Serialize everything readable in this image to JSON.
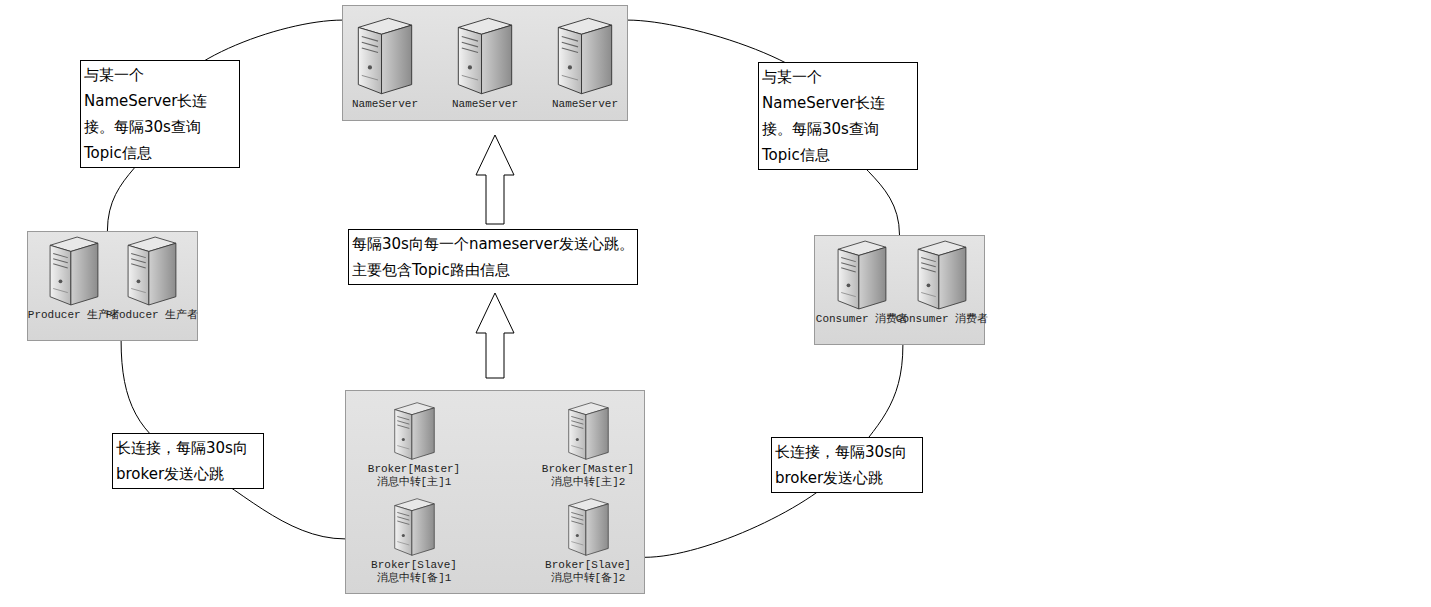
{
  "diagram": {
    "nodes": [
      {
        "text": []
      },
      {
        "text": [
          "NameServer"
        ],
        "in": 0
      },
      {
        "text": [
          "NameServer"
        ],
        "in": 0
      },
      {
        "text": [
          "NameServer"
        ],
        "in": 0
      },
      {
        "text": []
      },
      {
        "text": [
          "Producer 生产者"
        ],
        "in": 4
      },
      {
        "text": [
          "Producer 生产者"
        ],
        "in": 4
      },
      {
        "text": []
      },
      {
        "text": [
          "Consumer 消费者"
        ],
        "in": 7
      },
      {
        "text": [
          "Consumer 消费者"
        ],
        "in": 7
      },
      {
        "text": []
      },
      {
        "text": [
          "Broker[Master] 消息中转[主]1"
        ],
        "in": 10
      },
      {
        "text": [
          "Broker[Master] 消息中转[主]2"
        ],
        "in": 10
      },
      {
        "text": [
          "Broker[Slave] 消息中转[备]1"
        ],
        "in": 10
      },
      {
        "text": [
          "Broker[Slave] 消息中转[备]2"
        ],
        "in": 10
      }
    ],
    "edges": [
      {
        "from": 4,
        "to": 0,
        "arrow": "none",
        "label": "与某一个NameServer长连接。每隔30s查询Topic信息"
      },
      {
        "from": 7,
        "to": 0,
        "arrow": "none",
        "label": "与某一个NameServer长连接。每隔30s查询Topic信息"
      },
      {
        "from": 10,
        "to": 0,
        "arrow": "to",
        "label": "每隔30s向每一个nameserver发送心跳。主要包含Topic路由信息"
      },
      {
        "from": 4,
        "to": 10,
        "arrow": "none",
        "label": "长连接，每隔30s向broker发送心跳"
      },
      {
        "from": 7,
        "to": 10,
        "arrow": "none",
        "label": "长连接，每隔30s向broker发送心跳"
      }
    ]
  }
}
